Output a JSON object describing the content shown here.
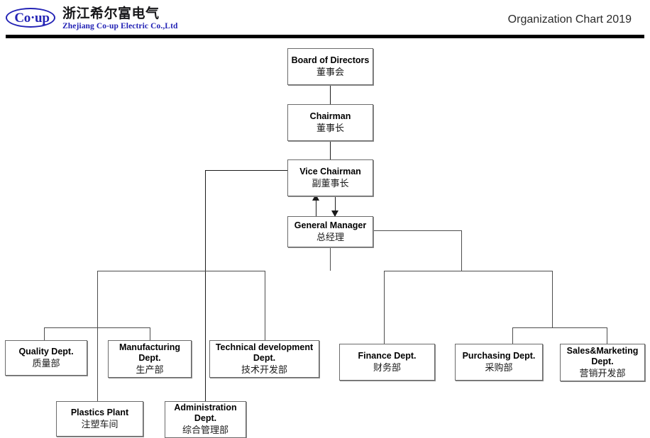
{
  "header": {
    "logo_mark_text": "Co·up",
    "company_name_cn": "浙江希尔富电气",
    "company_name_en": "Zhejiang Co-up Electric Co.,Ltd",
    "title": "Organization Chart 2019",
    "brand_color": "#2323b5",
    "rule_color": "#000000"
  },
  "chart_data": {
    "type": "diagram",
    "title": "Organization Chart 2019",
    "nodes": [
      {
        "id": "board",
        "en": "Board of Directors",
        "cn": "董事会",
        "level": 0
      },
      {
        "id": "chairman",
        "en": "Chairman",
        "cn": "董事长",
        "level": 1
      },
      {
        "id": "vice",
        "en": "Vice Chairman",
        "cn": "副董事长",
        "level": 2
      },
      {
        "id": "gm",
        "en": "General Manager",
        "cn": "总经理",
        "level": 3
      },
      {
        "id": "quality",
        "en": "Quality Dept.",
        "cn": "质量部",
        "level": 4
      },
      {
        "id": "manufacturing",
        "en": "Manufacturing\nDept.",
        "cn": "生产部",
        "level": 4
      },
      {
        "id": "technical",
        "en": "Technical development\nDept.",
        "cn": "技术开发部",
        "level": 4
      },
      {
        "id": "finance",
        "en": "Finance Dept.",
        "cn": "财务部",
        "level": 4
      },
      {
        "id": "purchasing",
        "en": "Purchasing Dept.",
        "cn": "采购部",
        "level": 4
      },
      {
        "id": "sales",
        "en": "Sales&Marketing\nDept.",
        "cn": "营销开发部",
        "level": 4
      },
      {
        "id": "plastics",
        "en": "Plastics Plant",
        "cn": "注塑车间",
        "level": 5
      },
      {
        "id": "administration",
        "en": "Administration\nDept.",
        "cn": "综合管理部",
        "level": 5
      }
    ],
    "edges": [
      {
        "from": "board",
        "to": "chairman",
        "style": "line"
      },
      {
        "from": "chairman",
        "to": "vice",
        "style": "line"
      },
      {
        "from": "vice",
        "to": "gm",
        "style": "arrow-down"
      },
      {
        "from": "gm",
        "to": "vice",
        "style": "arrow-up"
      },
      {
        "from": "gm",
        "to": "quality",
        "style": "line"
      },
      {
        "from": "gm",
        "to": "manufacturing",
        "style": "line"
      },
      {
        "from": "gm",
        "to": "technical",
        "style": "line"
      },
      {
        "from": "gm",
        "to": "finance",
        "style": "line"
      },
      {
        "from": "gm",
        "to": "purchasing",
        "style": "line"
      },
      {
        "from": "gm",
        "to": "sales",
        "style": "line"
      },
      {
        "from": "quality",
        "to": "plastics",
        "style": "line"
      },
      {
        "from": "vice",
        "to": "administration",
        "style": "line"
      }
    ]
  }
}
